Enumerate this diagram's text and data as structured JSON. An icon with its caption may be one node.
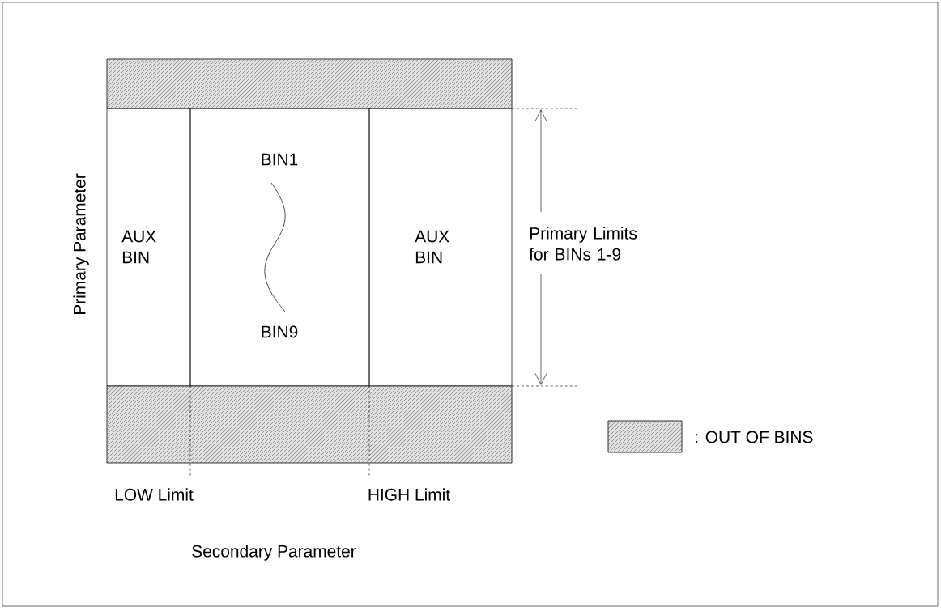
{
  "diagram": {
    "nodes": [
      {
        "text": [],
        "shape": "bar"
      },
      {
        "text": [
          "AUX BIN"
        ]
      },
      {
        "text": [
          "BIN1",
          "BIN9"
        ]
      },
      {
        "text": [
          "AUX BIN"
        ]
      },
      {
        "text": [],
        "shape": "bar"
      }
    ],
    "labels": [
      "Primary Parameter",
      "Primary Limits for BINs 1-9",
      "LOW Limit",
      "HIGH Limit",
      "Secondary Parameter"
    ],
    "legend": [
      {
        "text": ": OUT OF BINS"
      }
    ]
  }
}
